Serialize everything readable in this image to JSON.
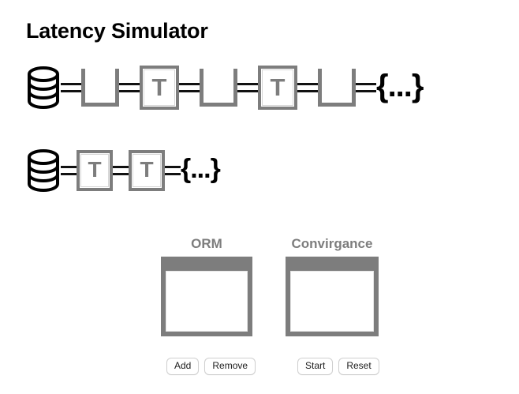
{
  "page": {
    "title": "Latency Simulator",
    "background": "#ffffff"
  },
  "colors": {
    "node_gray": "#7d7d7d",
    "ink_black": "#000000",
    "label_gray": "#7d7d7d",
    "button_border": "#cfcfcf",
    "button_text": "#1c1c1c"
  },
  "diagram": {
    "rows": [
      {
        "name": "orm-pipeline",
        "nodes": [
          {
            "type": "database",
            "icon": "database-cylinder-icon",
            "label": ""
          },
          {
            "type": "connector",
            "label": "="
          },
          {
            "type": "bracket",
            "icon": "u-bracket-icon",
            "label": ""
          },
          {
            "type": "connector",
            "label": "="
          },
          {
            "type": "transform",
            "label": "T"
          },
          {
            "type": "connector",
            "label": "="
          },
          {
            "type": "bracket",
            "icon": "u-bracket-icon",
            "label": ""
          },
          {
            "type": "connector",
            "label": "="
          },
          {
            "type": "transform",
            "label": "T"
          },
          {
            "type": "connector",
            "label": "="
          },
          {
            "type": "bracket",
            "icon": "u-bracket-icon",
            "label": ""
          },
          {
            "type": "connector",
            "label": "="
          },
          {
            "type": "terminal",
            "label": "{...}"
          }
        ]
      },
      {
        "name": "convirgance-pipeline",
        "nodes": [
          {
            "type": "database",
            "icon": "database-cylinder-icon",
            "label": ""
          },
          {
            "type": "connector",
            "label": "="
          },
          {
            "type": "transform",
            "label": "T"
          },
          {
            "type": "connector",
            "label": "="
          },
          {
            "type": "transform",
            "label": "T"
          },
          {
            "type": "connector",
            "label": "="
          },
          {
            "type": "terminal",
            "label": "{...}"
          }
        ]
      }
    ],
    "glyphs": {
      "connector": "=",
      "transform": "T",
      "terminal": "{...}"
    }
  },
  "panels": [
    {
      "key": "orm",
      "label": "ORM",
      "canvas_content": "",
      "buttons": [
        {
          "label": "Add",
          "name": "add-button"
        },
        {
          "label": "Remove",
          "name": "remove-button"
        }
      ]
    },
    {
      "key": "convirgance",
      "label": "Convirgance",
      "canvas_content": "",
      "buttons": [
        {
          "label": "Start",
          "name": "start-button"
        },
        {
          "label": "Reset",
          "name": "reset-button"
        }
      ]
    }
  ]
}
